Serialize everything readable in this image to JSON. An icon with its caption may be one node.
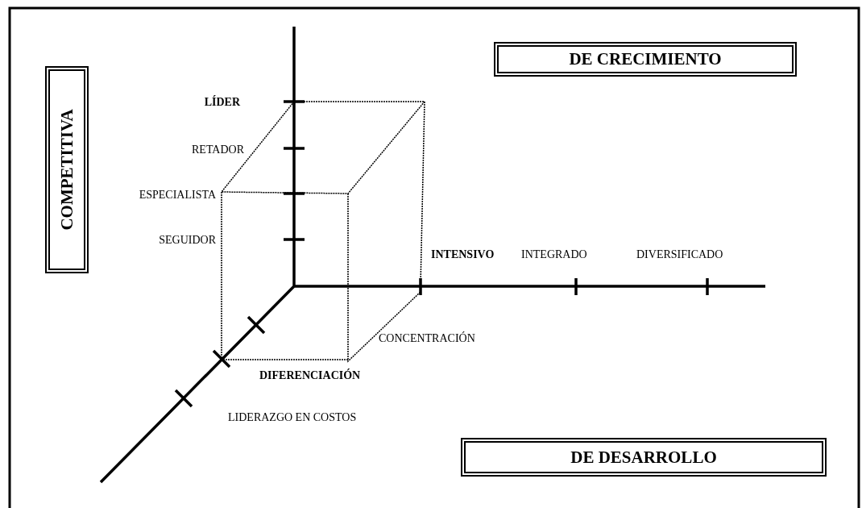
{
  "diagram": {
    "nodes": [
      {
        "text": [
          "COMPETITIVA"
        ]
      },
      {
        "text": [
          "DE CRECIMIENTO"
        ]
      },
      {
        "text": [
          "DE DESARROLLO"
        ]
      }
    ],
    "labels": [
      "LÍDER",
      "RETADOR",
      "ESPECIALISTA",
      "SEGUIDOR",
      "INTENSIVO",
      "INTEGRADO",
      "DIVERSIFICADO",
      "CONCENTRACIÓN",
      "DIFERENCIACIÓN",
      "LIDERAZGO EN COSTOS"
    ]
  }
}
